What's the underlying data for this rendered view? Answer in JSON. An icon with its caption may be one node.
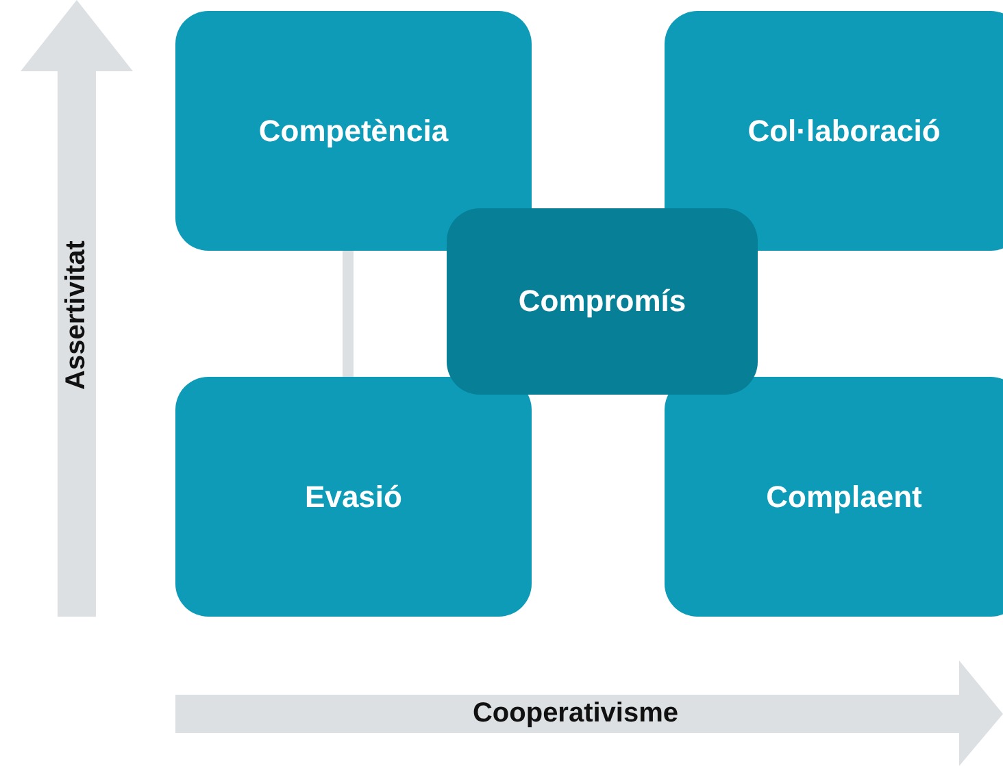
{
  "diagram": {
    "nodes": [
      {
        "text": [
          "Competència"
        ]
      },
      {
        "text": [
          "Col·laboració"
        ]
      },
      {
        "text": [
          "Compromís"
        ]
      },
      {
        "text": [
          "Evasió"
        ]
      },
      {
        "text": [
          "Complaent"
        ]
      }
    ],
    "edges": [
      {
        "from": 0,
        "to": 3,
        "arrow": "none"
      }
    ],
    "labels": [
      "Assertivitat",
      "Cooperativisme"
    ]
  }
}
